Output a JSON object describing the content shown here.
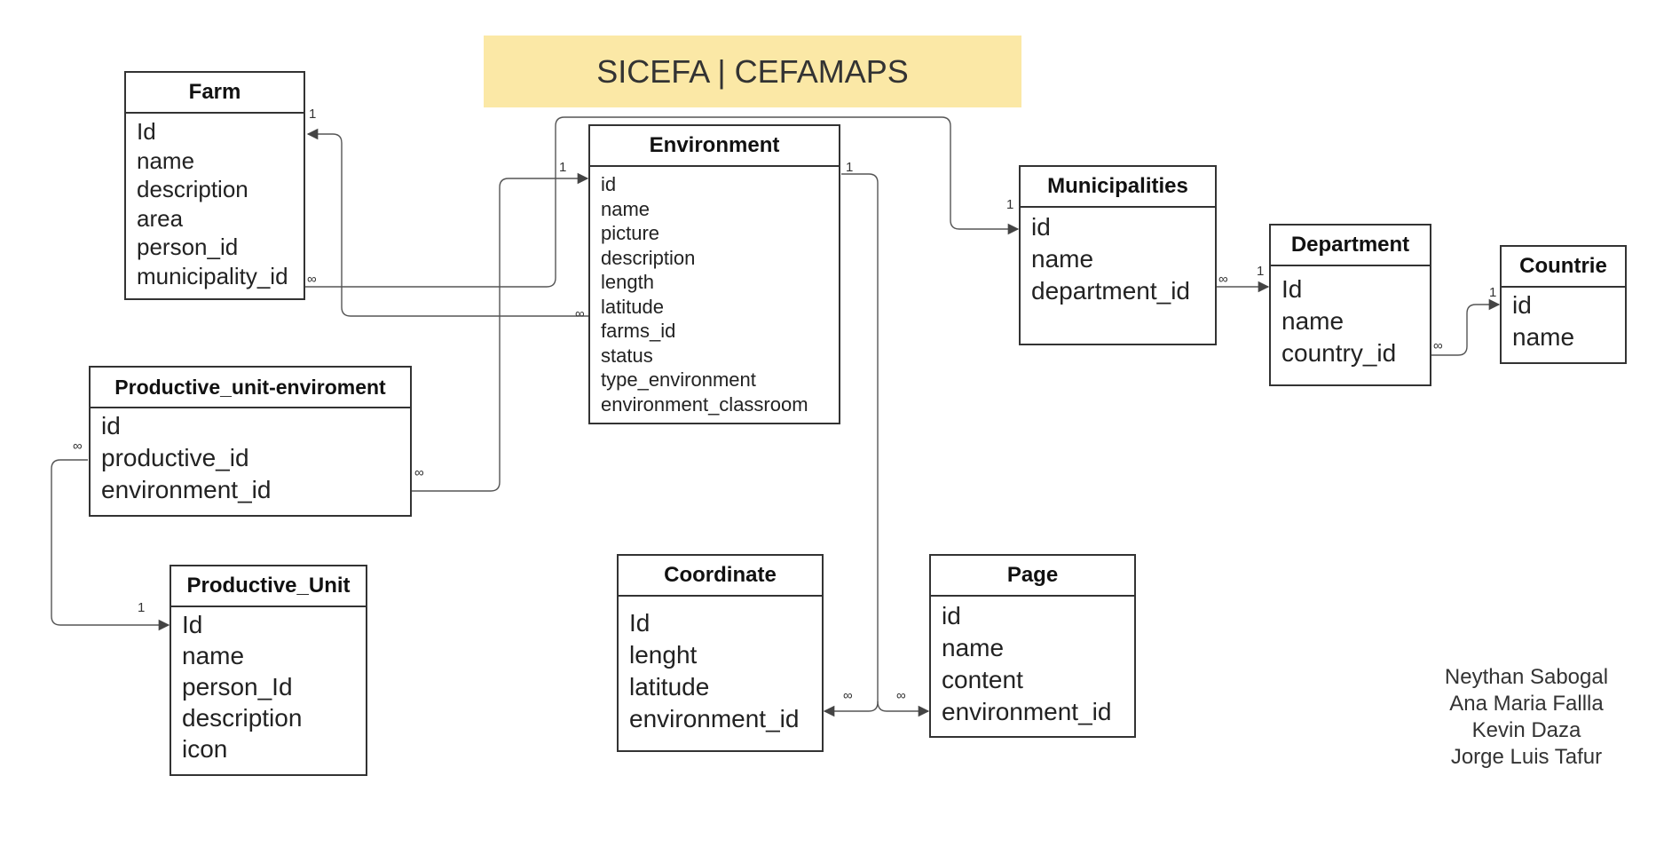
{
  "title": "SICEFA | CEFAMAPS",
  "entities": {
    "farm": {
      "name": "Farm",
      "fields": [
        "Id",
        "name",
        "description",
        "area",
        "person_id",
        "municipality_id"
      ]
    },
    "environment": {
      "name": "Environment",
      "fields": [
        "id",
        "name",
        "picture",
        "description",
        "length",
        "latitude",
        "farms_id",
        "status",
        "type_environment",
        "environment_classroom"
      ]
    },
    "municipalities": {
      "name": "Municipalities",
      "fields": [
        "id",
        "name",
        "department_id"
      ]
    },
    "department": {
      "name": "Department",
      "fields": [
        "Id",
        "name",
        "country_id"
      ]
    },
    "countrie": {
      "name": "Countrie",
      "fields": [
        "id",
        "name"
      ]
    },
    "productive_unit_environment": {
      "name": "Productive_unit-enviroment",
      "fields": [
        "id",
        "productive_id",
        "environment_id"
      ]
    },
    "productive_unit": {
      "name": "Productive_Unit",
      "fields": [
        "Id",
        "name",
        "person_Id",
        "description",
        "icon"
      ]
    },
    "coordinate": {
      "name": "Coordinate",
      "fields": [
        "Id",
        "lenght",
        "latitude",
        "environment_id"
      ]
    },
    "page": {
      "name": "Page",
      "fields": [
        "id",
        "name",
        "content",
        "environment_id"
      ]
    }
  },
  "cardinality": {
    "one": "1",
    "many": "∞"
  },
  "authors": [
    "Neythan Sabogal",
    "Ana Maria Fallla",
    "Kevin Daza",
    "Jorge Luis Tafur"
  ],
  "colors": {
    "banner": "#fbe8a6",
    "border": "#333333",
    "line": "#444444"
  }
}
